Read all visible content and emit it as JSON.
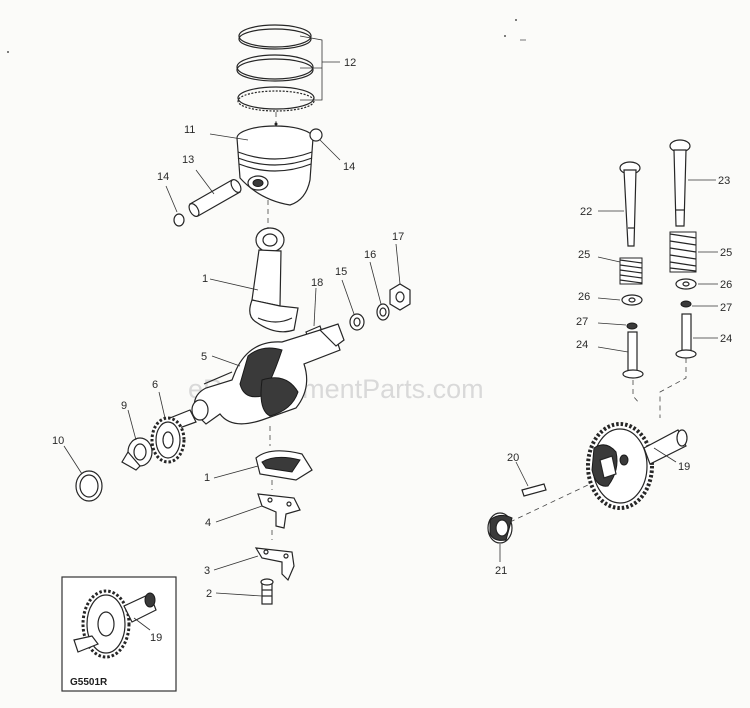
{
  "watermark": "eReplacementParts.com",
  "inset_code": "G5501R",
  "callouts": {
    "n12": "12",
    "n11": "11",
    "n14a": "14",
    "n13": "13",
    "n14b": "14",
    "n17": "17",
    "n16": "16",
    "n15": "15",
    "n18": "18",
    "n1a": "1",
    "n5": "5",
    "n6": "6",
    "n9": "9",
    "n10": "10",
    "n1b": "1",
    "n4": "4",
    "n3": "3",
    "n2": "2",
    "n19inset": "19",
    "n23": "23",
    "n22": "22",
    "n25a": "25",
    "n25b": "25",
    "n26a": "26",
    "n26b": "26",
    "n27a": "27",
    "n27b": "27",
    "n24a": "24",
    "n24b": "24",
    "n20": "20",
    "n19": "19",
    "n21": "21"
  }
}
